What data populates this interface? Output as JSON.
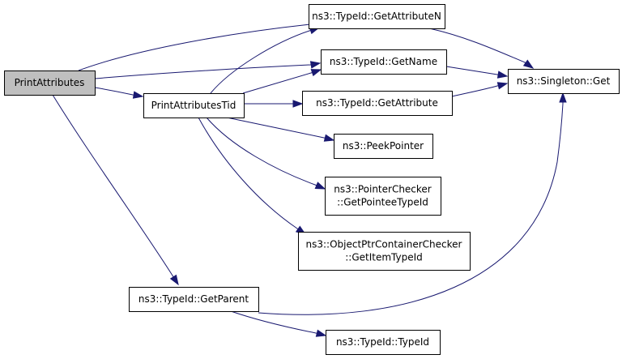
{
  "diagram": {
    "nodes": [
      {
        "id": "print_attributes",
        "lines": [
          "PrintAttributes"
        ],
        "highlighted": true
      },
      {
        "id": "print_attributes_tid",
        "lines": [
          "PrintAttributesTid"
        ]
      },
      {
        "id": "get_attribute_n",
        "lines": [
          "ns3::TypeId::GetAttributeN"
        ]
      },
      {
        "id": "get_name",
        "lines": [
          "ns3::TypeId::GetName"
        ]
      },
      {
        "id": "get_attribute",
        "lines": [
          "ns3::TypeId::GetAttribute"
        ]
      },
      {
        "id": "peek_pointer",
        "lines": [
          "ns3::PeekPointer"
        ]
      },
      {
        "id": "pointer_checker",
        "lines": [
          "ns3::PointerChecker",
          "::GetPointeeTypeId"
        ]
      },
      {
        "id": "object_ptr_checker",
        "lines": [
          "ns3::ObjectPtrContainerChecker",
          "::GetItemTypeId"
        ]
      },
      {
        "id": "get_parent",
        "lines": [
          "ns3::TypeId::GetParent"
        ]
      },
      {
        "id": "type_id",
        "lines": [
          "ns3::TypeId::TypeId"
        ]
      },
      {
        "id": "singleton_get",
        "lines": [
          "ns3::Singleton::Get"
        ]
      }
    ],
    "edges": [
      {
        "from": "print_attributes",
        "to": "get_attribute_n"
      },
      {
        "from": "print_attributes",
        "to": "get_name"
      },
      {
        "from": "print_attributes",
        "to": "print_attributes_tid"
      },
      {
        "from": "print_attributes",
        "to": "get_parent"
      },
      {
        "from": "print_attributes_tid",
        "to": "get_attribute_n"
      },
      {
        "from": "print_attributes_tid",
        "to": "get_name"
      },
      {
        "from": "print_attributes_tid",
        "to": "get_attribute"
      },
      {
        "from": "print_attributes_tid",
        "to": "peek_pointer"
      },
      {
        "from": "print_attributes_tid",
        "to": "pointer_checker"
      },
      {
        "from": "print_attributes_tid",
        "to": "object_ptr_checker"
      },
      {
        "from": "get_attribute_n",
        "to": "singleton_get"
      },
      {
        "from": "get_name",
        "to": "singleton_get"
      },
      {
        "from": "get_attribute",
        "to": "singleton_get"
      },
      {
        "from": "get_parent",
        "to": "singleton_get"
      },
      {
        "from": "get_parent",
        "to": "type_id"
      }
    ],
    "colors": {
      "edge": "#191970",
      "node_border": "#000000",
      "node_fill": "#ffffff",
      "highlight_fill": "#bfbfbf"
    }
  }
}
